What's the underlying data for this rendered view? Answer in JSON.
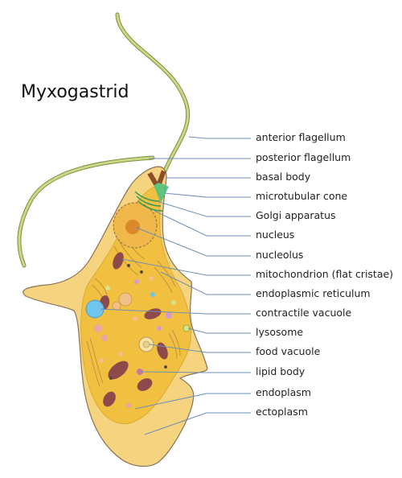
{
  "title": "Myxogastrid",
  "labels": [
    {
      "id": "anterior-flagellum",
      "text": "anterior flagellum"
    },
    {
      "id": "posterior-flagellum",
      "text": "posterior flagellum"
    },
    {
      "id": "basal-body",
      "text": "basal body"
    },
    {
      "id": "microtubular-cone",
      "text": "microtubular cone"
    },
    {
      "id": "golgi-apparatus",
      "text": "Golgi apparatus"
    },
    {
      "id": "nucleus",
      "text": "nucleus"
    },
    {
      "id": "nucleolus",
      "text": "nucleolus"
    },
    {
      "id": "mitochondrion",
      "text": "mitochondrion (flat cristae)"
    },
    {
      "id": "endoplasmic-reticulum",
      "text": "endoplasmic reticulum"
    },
    {
      "id": "contractile-vacuole",
      "text": "contractile vacuole"
    },
    {
      "id": "lysosome",
      "text": "lysosome"
    },
    {
      "id": "food-vacuole",
      "text": "food vacuole"
    },
    {
      "id": "lipid-body",
      "text": "lipid body"
    },
    {
      "id": "endoplasm",
      "text": "endoplasm"
    },
    {
      "id": "ectoplasm",
      "text": "ectoplasm"
    }
  ],
  "colors": {
    "ectoplasm": "#f6d47f",
    "endoplasm": "#f1c040",
    "outline": "#8a7356",
    "flagellum": "#c9d98a",
    "flagellum_edge": "#7e8f3a",
    "mitochondrion": "#8c4a4a",
    "golgi": "#44c07a",
    "contractile_vacuole": "#6ec6ee",
    "leader": "#6f8fb5"
  }
}
